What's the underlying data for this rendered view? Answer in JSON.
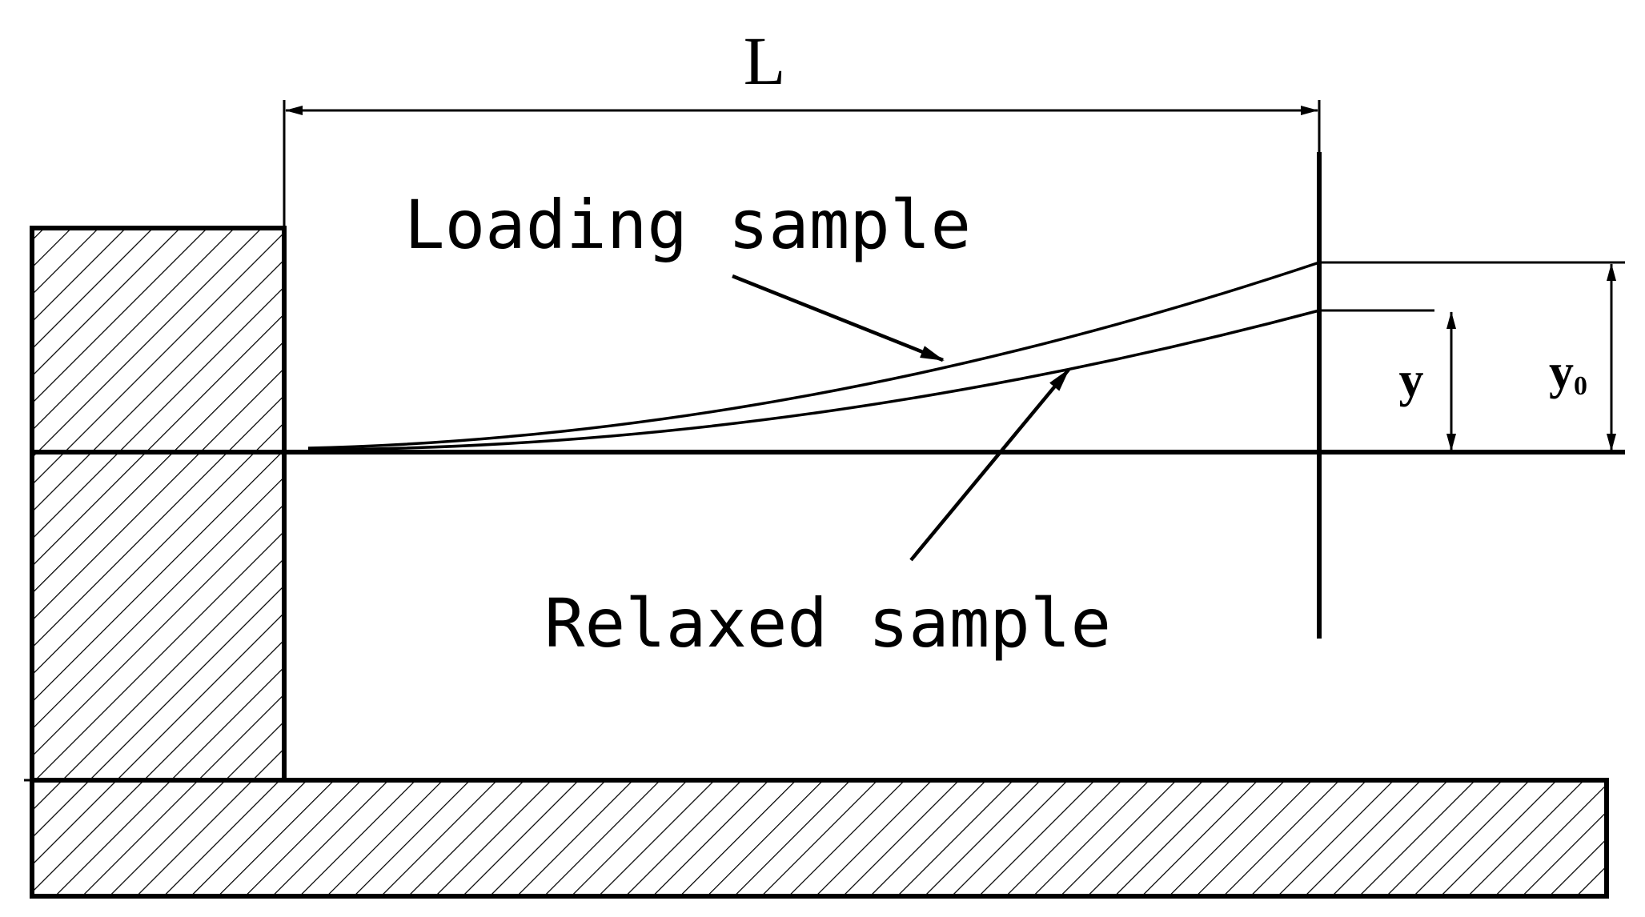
{
  "labels": {
    "length": "L",
    "loading": "Loading sample",
    "relaxed": "Relaxed sample",
    "deflection": "y",
    "initial_deflection": "y",
    "initial_deflection_subscript": "0"
  },
  "colors": {
    "line": "#000000",
    "background": "#ffffff"
  }
}
